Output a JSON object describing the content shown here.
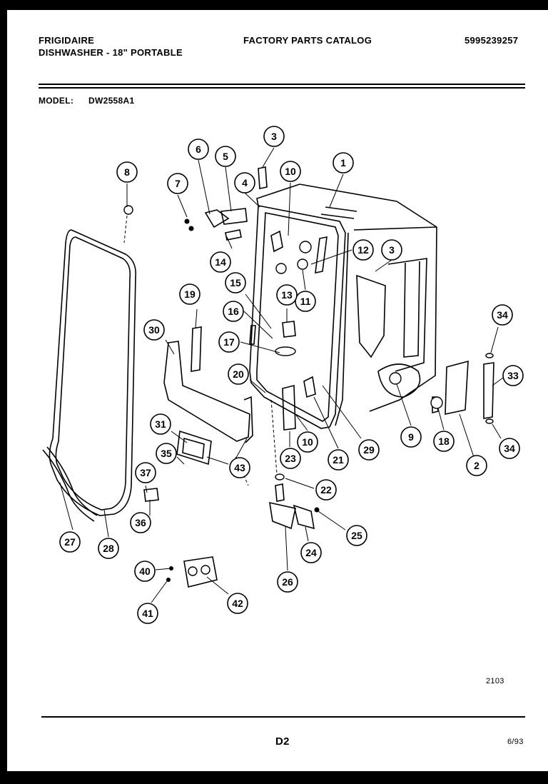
{
  "header": {
    "brand": "FRIGIDAIRE",
    "product": "DISHWASHER - 18\" PORTABLE",
    "catalog_title": "FACTORY PARTS CATALOG",
    "catalog_number": "5995239257",
    "model_label": "MODEL:",
    "model_value": "DW2558A1"
  },
  "diagram": {
    "callouts": [
      "1",
      "2",
      "3",
      "3",
      "4",
      "5",
      "6",
      "7",
      "8",
      "9",
      "10",
      "10",
      "11",
      "12",
      "13",
      "14",
      "15",
      "16",
      "17",
      "18",
      "19",
      "20",
      "21",
      "22",
      "23",
      "24",
      "25",
      "26",
      "27",
      "28",
      "29",
      "30",
      "31",
      "33",
      "34",
      "34",
      "35",
      "36",
      "37",
      "40",
      "41",
      "42",
      "43"
    ],
    "drawing_number": "2103"
  },
  "footer": {
    "page_code": "D2",
    "date": "6/93"
  }
}
